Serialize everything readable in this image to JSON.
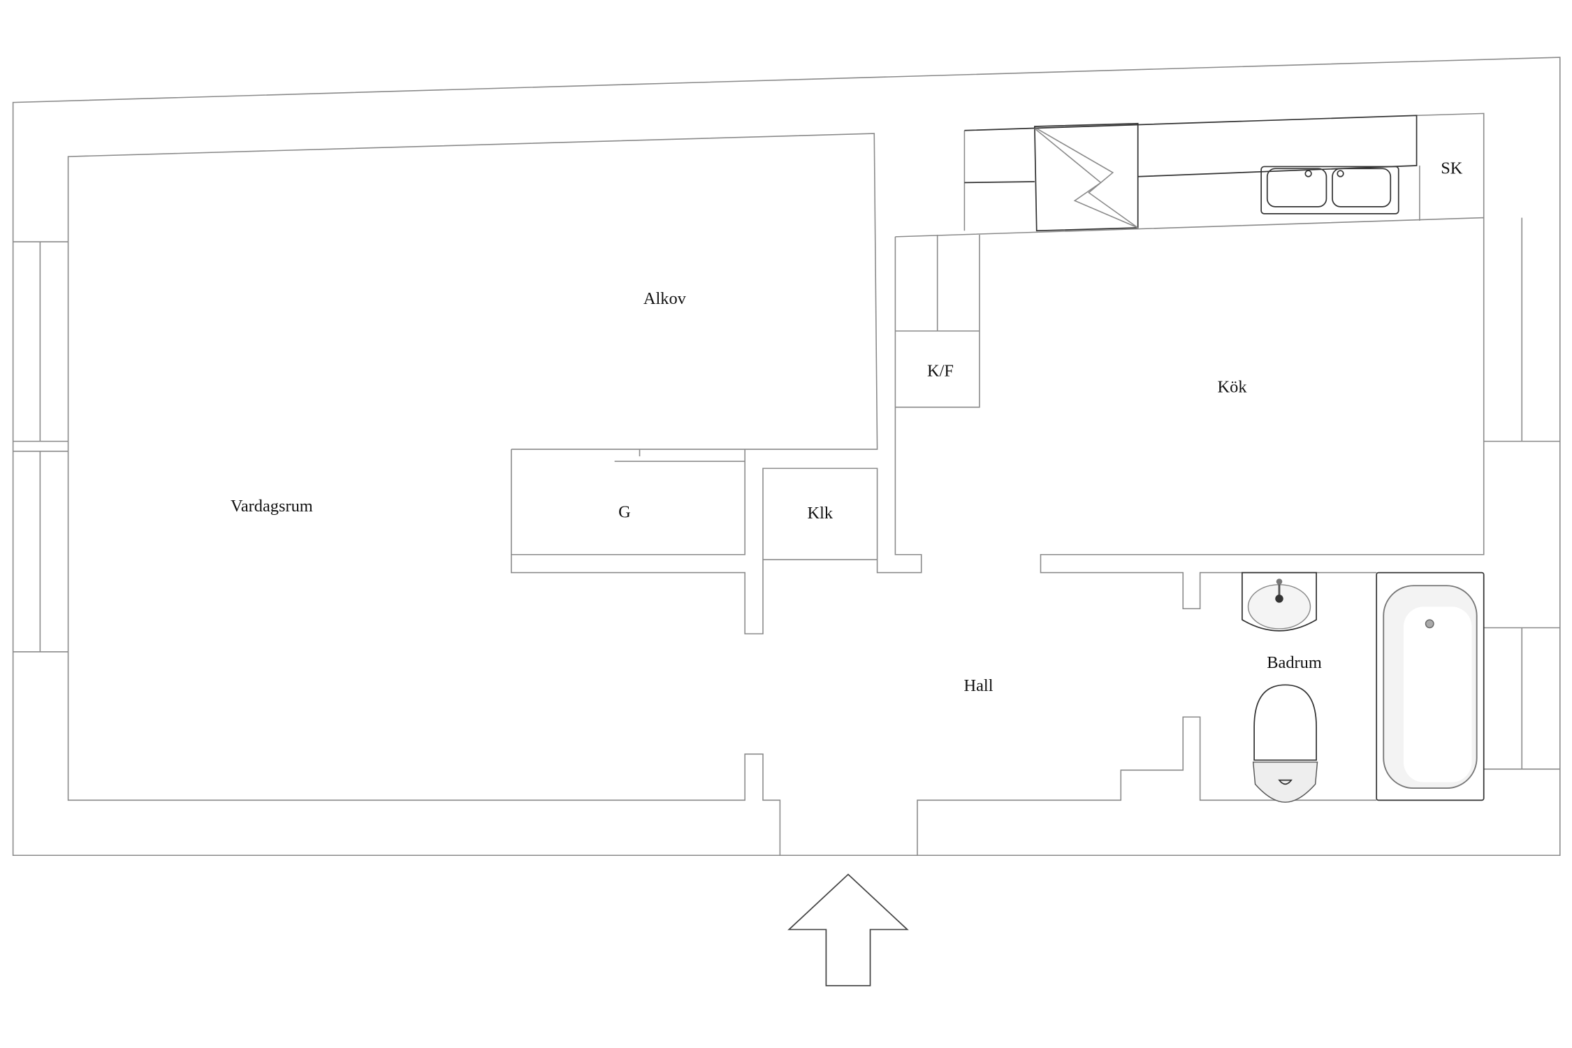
{
  "floorplan": {
    "rooms": {
      "vardagsrum": "Vardagsrum",
      "alkov": "Alkov",
      "garderob": "G",
      "klk": "Klk",
      "kf": "K/F",
      "kok": "Kök",
      "sk": "SK",
      "hall": "Hall",
      "badrum": "Badrum"
    },
    "entrance_arrow": "arrow-up-icon",
    "line_color": "#8a8a8a"
  }
}
